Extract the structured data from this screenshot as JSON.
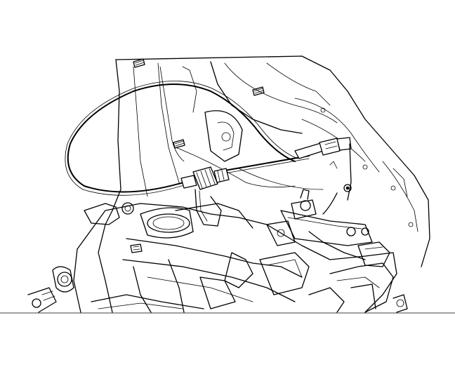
{
  "figure": {
    "background_color": "#ffffff",
    "line_color": "#000000",
    "style": "monochrome line-art technical illustration",
    "subject_parts": [
      "transmission-housing",
      "shift-cable",
      "cable-bracket",
      "cable-end-fitting",
      "shift-lever-linkage",
      "vehicle-body-panel",
      "mounting-bolts"
    ]
  }
}
